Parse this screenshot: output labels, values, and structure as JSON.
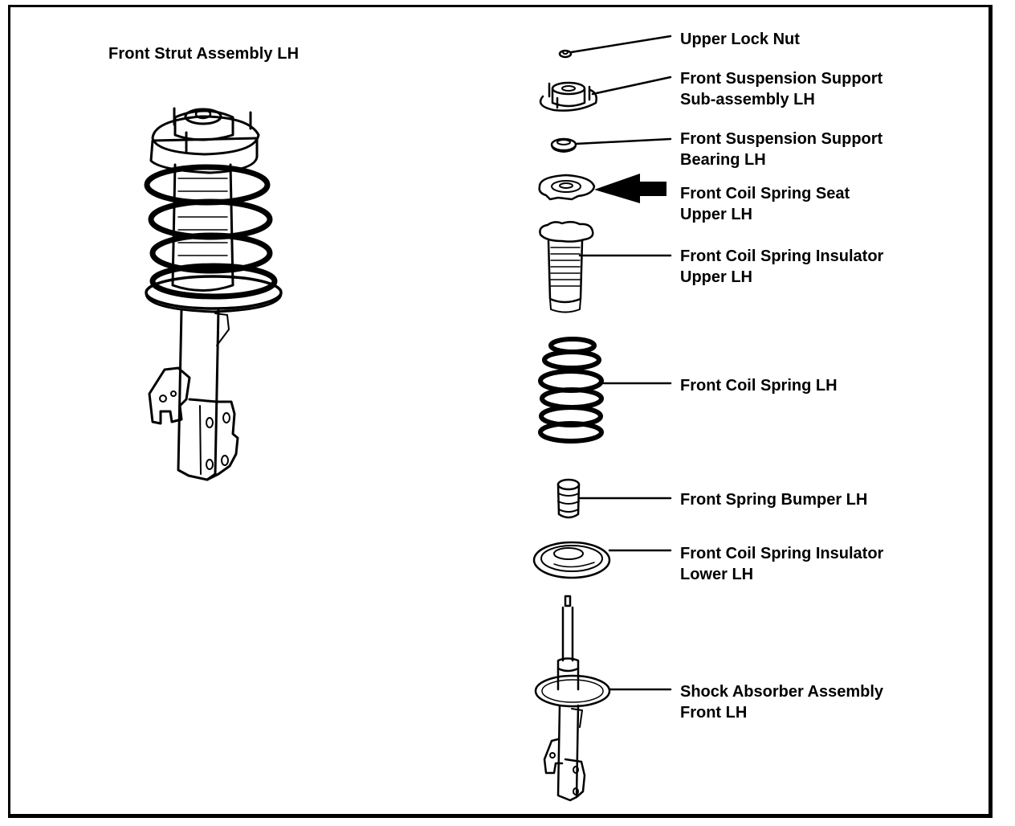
{
  "diagram": {
    "assembly_title": "Front Strut Assembly LH",
    "highlighted_part": "Front Coil Spring Seat Upper LH",
    "parts": [
      {
        "id": "upper-lock-nut",
        "lines": [
          "Upper Lock Nut"
        ]
      },
      {
        "id": "front-suspension-support-sub-assembly",
        "lines": [
          "Front Suspension Support",
          "Sub-assembly LH"
        ]
      },
      {
        "id": "front-suspension-support-bearing",
        "lines": [
          "Front Suspension Support",
          "Bearing LH"
        ]
      },
      {
        "id": "front-coil-spring-seat-upper",
        "lines": [
          "Front Coil Spring Seat",
          "Upper LH"
        ]
      },
      {
        "id": "front-coil-spring-insulator-upper",
        "lines": [
          "Front Coil Spring Insulator",
          "Upper LH"
        ]
      },
      {
        "id": "front-coil-spring",
        "lines": [
          "Front Coil Spring LH"
        ]
      },
      {
        "id": "front-spring-bumper",
        "lines": [
          "Front Spring Bumper LH"
        ]
      },
      {
        "id": "front-coil-spring-insulator-lower",
        "lines": [
          "Front Coil Spring Insulator",
          "Lower LH"
        ]
      },
      {
        "id": "shock-absorber-assembly",
        "lines": [
          "Shock Absorber Assembly",
          "Front LH"
        ]
      }
    ]
  }
}
